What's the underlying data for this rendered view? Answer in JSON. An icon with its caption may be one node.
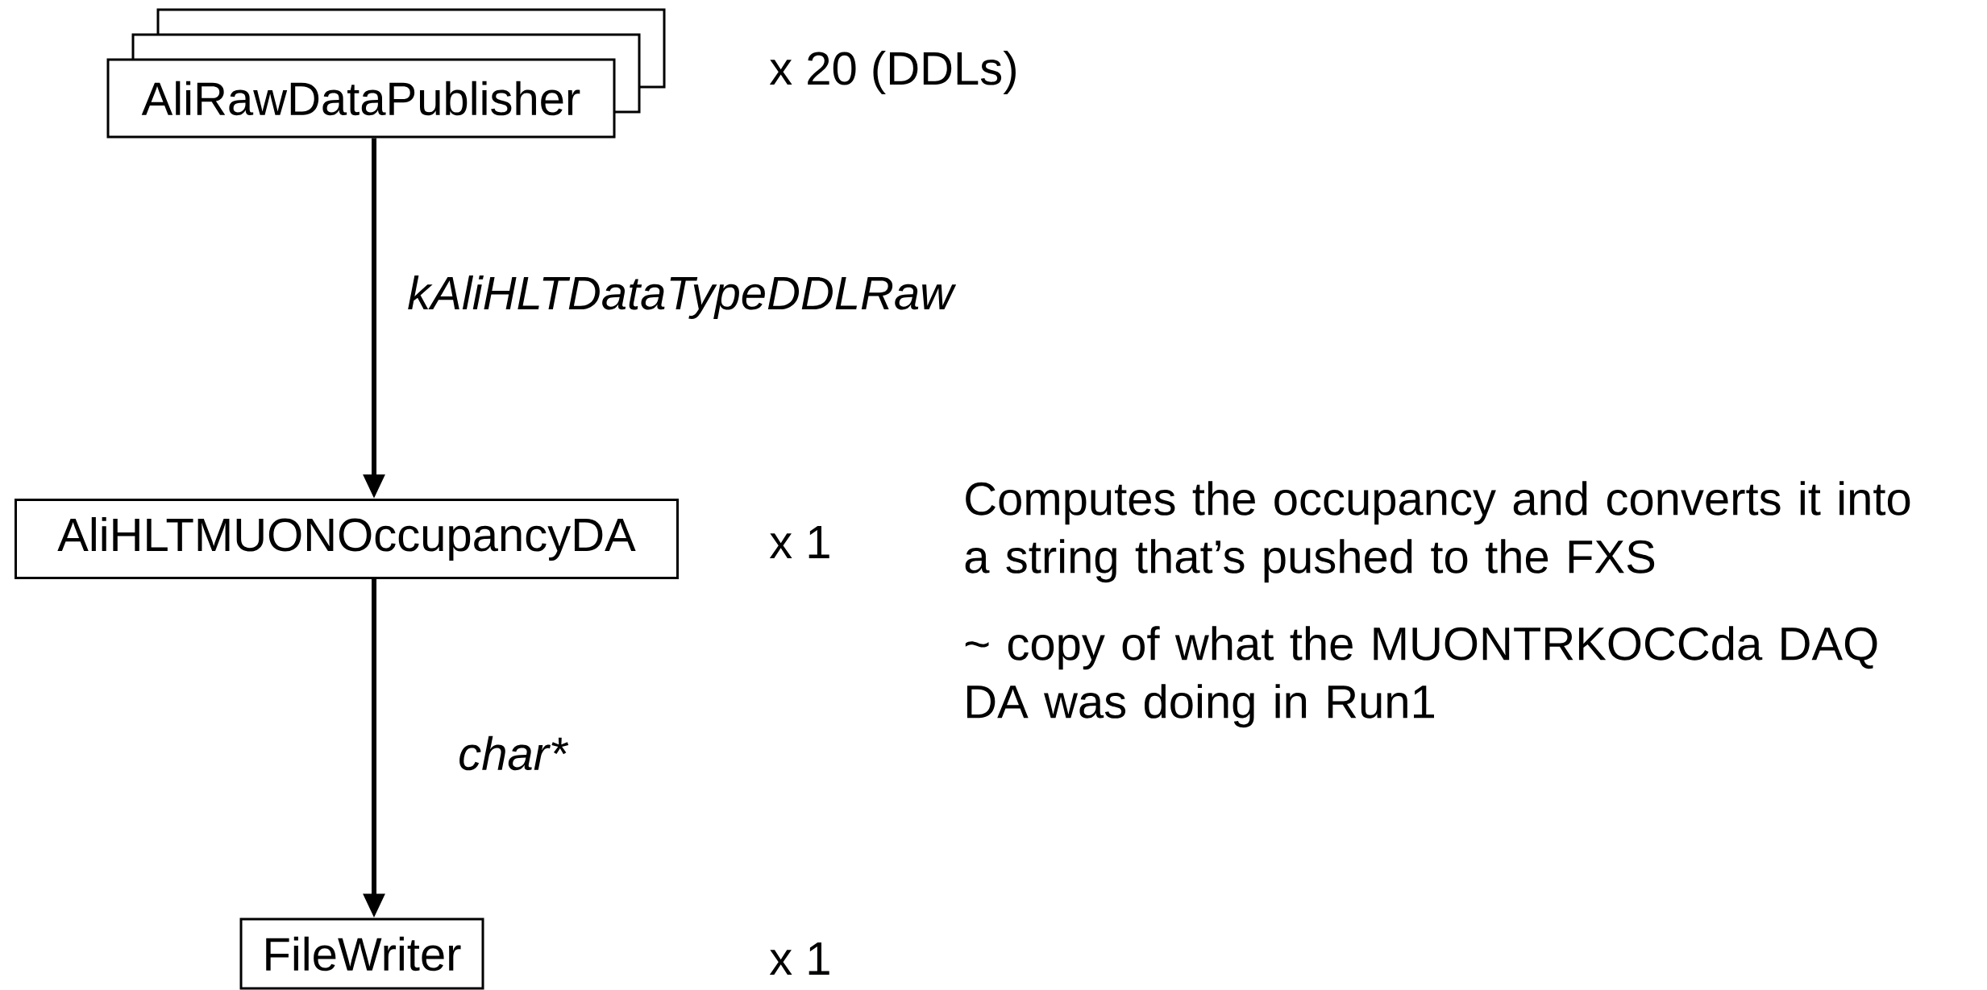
{
  "diagram": {
    "nodes": [
      {
        "text": [
          "AliRawDataPublisher"
        ],
        "beside": [
          "x 20 (DDLs)"
        ]
      },
      {
        "text": [
          "AliHLTMUONOccupancyDA"
        ],
        "beside": [
          "x 1"
        ]
      },
      {
        "text": [
          "FileWriter"
        ]
      }
    ],
    "edges": [
      {
        "from": 0,
        "to": 1,
        "arrow": "to",
        "label": "kAliHLTDataTypeDDLRaw"
      },
      {
        "from": 1,
        "to": 2,
        "arrow": "to",
        "label": "char*"
      }
    ],
    "labels": [
      "Computes the occupancy and converts it into a string that’s pushed to the FXS",
      "~ copy of what the MUONTRKOCCda DAQ DA was doing in Run1",
      "x 1"
    ]
  }
}
